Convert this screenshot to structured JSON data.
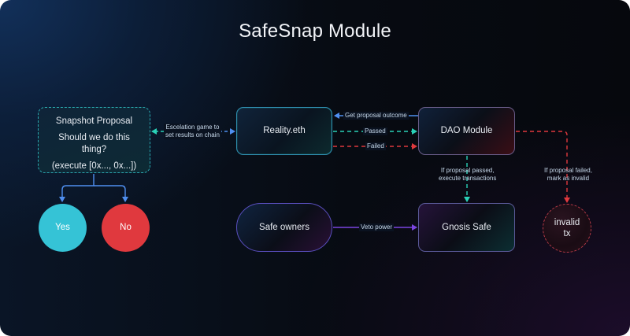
{
  "title": "SafeSnap Module",
  "nodes": {
    "snapshot": {
      "title": "Snapshot Proposal",
      "question_line1": "Should we do this",
      "question_line2": "thing?",
      "action": "(execute [0x..., 0x...])"
    },
    "yes": "Yes",
    "no": "No",
    "reality": "Reality.eth",
    "dao": "DAO Module",
    "owners": "Safe owners",
    "gnosis": "Gnosis Safe",
    "invalid_line1": "invalid",
    "invalid_line2": "tx"
  },
  "edges": {
    "escalation_line1": "Escelation game to",
    "escalation_line2": "set results on chain",
    "get_outcome": "Get proposal outcome",
    "passed": "Passed",
    "failed": "Failed",
    "if_passed_line1": "If proposal passed,",
    "if_passed_line2": "execute transactions",
    "if_failed_line1": "If proposal failed,",
    "if_failed_line2": "mark as invalid",
    "veto": "Veto power"
  },
  "colors": {
    "teal": "#2ad1b8",
    "blue": "#4f8ff0",
    "red": "#e0393e",
    "purple": "#7a45e0",
    "yes": "#35c3d6",
    "no": "#e0393e"
  }
}
